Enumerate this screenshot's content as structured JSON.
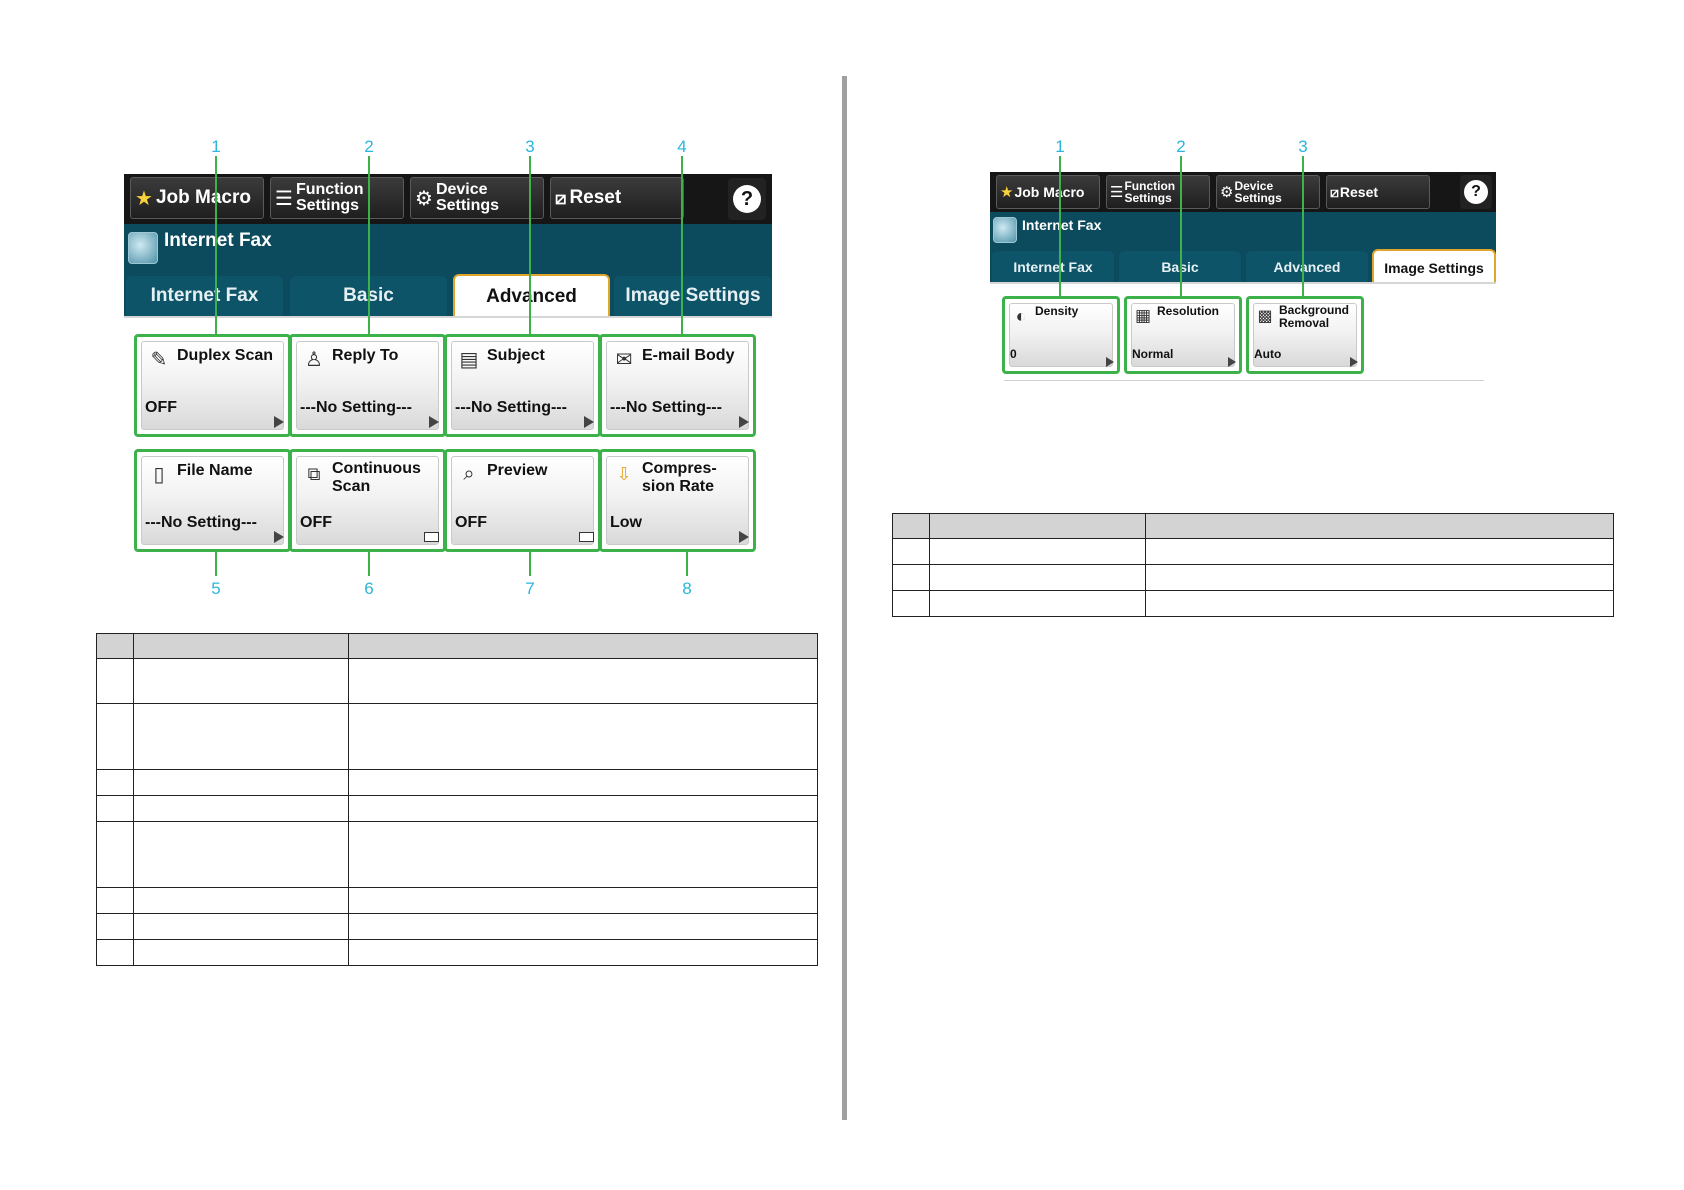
{
  "left_screen": {
    "topbar": {
      "job_macro": "Job Macro",
      "function_settings": [
        "Function",
        "Settings"
      ],
      "device_settings": [
        "Device",
        "Settings"
      ],
      "reset": "Reset",
      "help": "?"
    },
    "header_title": "Internet Fax",
    "tabs": [
      "Internet Fax",
      "Basic",
      "Advanced",
      "Image Settings"
    ],
    "active_tab": "Advanced",
    "tiles": [
      {
        "label": "Duplex Scan",
        "value": "OFF",
        "icon": "duplex-scan-icon",
        "indicator": "arrow"
      },
      {
        "label": "Reply To",
        "value": "---No Setting---",
        "icon": "person-icon",
        "indicator": "arrow"
      },
      {
        "label": "Subject",
        "value": "---No Setting---",
        "icon": "subject-icon",
        "indicator": "arrow"
      },
      {
        "label": "E-mail Body",
        "value": "---No Setting---",
        "icon": "email-body-icon",
        "indicator": "arrow"
      },
      {
        "label": "File Name",
        "value": "---No Setting---",
        "icon": "file-icon",
        "indicator": "arrow"
      },
      {
        "label": "Continuous Scan",
        "label_lines": [
          "Continuous",
          "Scan"
        ],
        "value": "OFF",
        "icon": "continuous-scan-icon",
        "indicator": "checkbox"
      },
      {
        "label": "Preview",
        "value": "OFF",
        "icon": "preview-icon",
        "indicator": "checkbox"
      },
      {
        "label": "Compres- sion Rate",
        "label_lines": [
          "Compres-",
          "sion Rate"
        ],
        "value": "Low",
        "icon": "compression-icon",
        "indicator": "arrow"
      }
    ],
    "callouts_top": [
      "1",
      "2",
      "3",
      "4"
    ],
    "callouts_bottom": [
      "5",
      "6",
      "7",
      "8"
    ]
  },
  "right_screen": {
    "topbar": {
      "job_macro": "Job Macro",
      "function_settings": [
        "Function",
        "Settings"
      ],
      "device_settings": [
        "Device",
        "Settings"
      ],
      "reset": "Reset",
      "help": "?"
    },
    "header_title": "Internet Fax",
    "tabs": [
      "Internet Fax",
      "Basic",
      "Advanced",
      "Image Settings"
    ],
    "active_tab": "Image Settings",
    "tiles": [
      {
        "label": "Density",
        "value": "0",
        "icon": "density-icon"
      },
      {
        "label": "Resolution",
        "value": "Normal",
        "icon": "resolution-grid-icon"
      },
      {
        "label": "Background Removal",
        "label_lines": [
          "Background",
          "Removal"
        ],
        "value": "Auto",
        "icon": "background-removal-icon"
      }
    ],
    "callouts": [
      "1",
      "2",
      "3"
    ]
  },
  "tables": {
    "left_rows": 8,
    "right_rows": 3
  },
  "colors": {
    "callout_green": "#3db24a",
    "callout_number_blue": "#2bb5d9",
    "header_teal": "#0c4b5e",
    "active_tab_border": "#e0a62b",
    "divider_gray": "#a0a0a0"
  }
}
